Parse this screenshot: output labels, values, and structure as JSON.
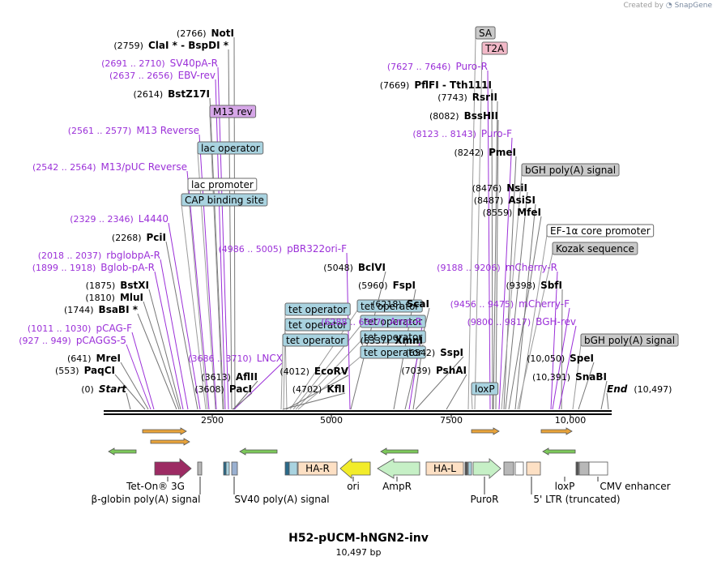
{
  "credit": {
    "prefix": "Created by",
    "brand": "SnapGene"
  },
  "plasmid": {
    "name": "H52-pUCM-hNGN2-inv",
    "length_label": "10,497 bp"
  },
  "colors": {
    "site": "#000000",
    "primer": "#9b30d8",
    "feature_blue": "#a9d3e0",
    "feature_purple": "#d6a6e8",
    "feature_pink": "#f2b9c8",
    "feature_gray": "#c9c9c9",
    "feature_white": "#ffffff",
    "arrow_orange": "#e8a33a",
    "arrow_green": "#7cc85a"
  },
  "ruler": {
    "ticks": [
      "2500",
      "5000",
      "7500",
      "10,000"
    ]
  },
  "labels": [
    {
      "pos": "(2766)",
      "name": "NotI",
      "kind": "site"
    },
    {
      "pos": "(2759)",
      "name": "ClaI * - BspDI *",
      "kind": "site"
    },
    {
      "pos": "(2691 .. 2710)",
      "name": "SV40pA-R",
      "kind": "primer"
    },
    {
      "pos": "(2637 .. 2656)",
      "name": "EBV-rev",
      "kind": "primer"
    },
    {
      "pos": "(2614)",
      "name": "BstZ17I",
      "kind": "site"
    },
    {
      "pos": "",
      "name": "M13 rev",
      "kind": "feature",
      "color": "#d6a6e8"
    },
    {
      "pos": "(2561 .. 2577)",
      "name": "M13 Reverse",
      "kind": "primer"
    },
    {
      "pos": "",
      "name": "lac operator",
      "kind": "feature",
      "color": "#a9d3e0"
    },
    {
      "pos": "(2542 .. 2564)",
      "name": "M13/pUC Reverse",
      "kind": "primer"
    },
    {
      "pos": "",
      "name": "lac promoter",
      "kind": "feature",
      "color": "#ffffff"
    },
    {
      "pos": "",
      "name": "CAP binding site",
      "kind": "feature",
      "color": "#a9d3e0"
    },
    {
      "pos": "(2329 .. 2346)",
      "name": "L4440",
      "kind": "primer"
    },
    {
      "pos": "(2268)",
      "name": "PciI",
      "kind": "site"
    },
    {
      "pos": "(2018 .. 2037)",
      "name": "rbglobpA-R",
      "kind": "primer"
    },
    {
      "pos": "(1899 .. 1918)",
      "name": "Bglob-pA-R",
      "kind": "primer"
    },
    {
      "pos": "(1875)",
      "name": "BstXI",
      "kind": "site"
    },
    {
      "pos": "(1810)",
      "name": "MluI",
      "kind": "site"
    },
    {
      "pos": "(1744)",
      "name": "BsaBI *",
      "kind": "site"
    },
    {
      "pos": "(1011 .. 1030)",
      "name": "pCAG-F",
      "kind": "primer"
    },
    {
      "pos": "(927 .. 949)",
      "name": "pCAGGS-5",
      "kind": "primer"
    },
    {
      "pos": "(641)",
      "name": "MreI",
      "kind": "site"
    },
    {
      "pos": "(553)",
      "name": "PaqCI",
      "kind": "site"
    },
    {
      "pos": "(0)",
      "name": "Start",
      "kind": "start"
    },
    {
      "pos": "(3686 .. 3710)",
      "name": "LNCX",
      "kind": "primer"
    },
    {
      "pos": "(3613)",
      "name": "AflII",
      "kind": "site"
    },
    {
      "pos": "(3608)",
      "name": "PacI",
      "kind": "site"
    },
    {
      "pos": "",
      "name": "tet operator",
      "kind": "feature",
      "color": "#a9d3e0"
    },
    {
      "pos": "",
      "name": "tet operator",
      "kind": "feature",
      "color": "#a9d3e0"
    },
    {
      "pos": "",
      "name": "tet operator",
      "kind": "feature",
      "color": "#a9d3e0"
    },
    {
      "pos": "",
      "name": "tet operator",
      "kind": "feature",
      "color": "#a9d3e0"
    },
    {
      "pos": "",
      "name": "tet operator",
      "kind": "feature",
      "color": "#a9d3e0"
    },
    {
      "pos": "",
      "name": "tet operator",
      "kind": "feature",
      "color": "#a9d3e0"
    },
    {
      "pos": "",
      "name": "tet operator",
      "kind": "feature",
      "color": "#a9d3e0"
    },
    {
      "pos": "(4012)",
      "name": "EcoRV",
      "kind": "site"
    },
    {
      "pos": "(4702)",
      "name": "KflI",
      "kind": "site"
    },
    {
      "pos": "(4986 .. 5005)",
      "name": "pBR322ori-F",
      "kind": "primer"
    },
    {
      "pos": "(5048)",
      "name": "BclVI",
      "kind": "site"
    },
    {
      "pos": "(5960)",
      "name": "FspI",
      "kind": "site"
    },
    {
      "pos": "(6218)",
      "name": "ScaI",
      "kind": "site"
    },
    {
      "pos": "(6288 .. 6307)",
      "name": "Amp-R",
      "kind": "primer"
    },
    {
      "pos": "(6337)",
      "name": "XmnI",
      "kind": "site"
    },
    {
      "pos": "(6542)",
      "name": "SspI",
      "kind": "site"
    },
    {
      "pos": "(7039)",
      "name": "PshAI",
      "kind": "site"
    },
    {
      "pos": "",
      "name": "loxP",
      "kind": "feature",
      "color": "#a9d3e0"
    },
    {
      "pos": "",
      "name": "SA",
      "kind": "feature",
      "color": "#c9c9c9"
    },
    {
      "pos": "",
      "name": "T2A",
      "kind": "feature",
      "color": "#f2b9c8"
    },
    {
      "pos": "(7627 .. 7646)",
      "name": "Puro-R",
      "kind": "primer"
    },
    {
      "pos": "(7669)",
      "name": "PflFI - Tth111I",
      "kind": "site"
    },
    {
      "pos": "(7743)",
      "name": "RsrII",
      "kind": "site"
    },
    {
      "pos": "(8082)",
      "name": "BssHII",
      "kind": "site"
    },
    {
      "pos": "(8123 .. 8143)",
      "name": "Puro-F",
      "kind": "primer"
    },
    {
      "pos": "(8242)",
      "name": "PmeI",
      "kind": "site"
    },
    {
      "pos": "",
      "name": "bGH poly(A) signal",
      "kind": "feature",
      "color": "#c9c9c9"
    },
    {
      "pos": "(8476)",
      "name": "NsiI",
      "kind": "site"
    },
    {
      "pos": "(8487)",
      "name": "AsiSI",
      "kind": "site"
    },
    {
      "pos": "(8559)",
      "name": "MfeI",
      "kind": "site"
    },
    {
      "pos": "",
      "name": "EF-1α core promoter",
      "kind": "feature",
      "color": "#ffffff"
    },
    {
      "pos": "",
      "name": "Kozak sequence",
      "kind": "feature",
      "color": "#c9c9c9"
    },
    {
      "pos": "(9188 .. 9206)",
      "name": "mCherry-R",
      "kind": "primer"
    },
    {
      "pos": "(9398)",
      "name": "SbfI",
      "kind": "site"
    },
    {
      "pos": "(9456 .. 9475)",
      "name": "mCherry-F",
      "kind": "primer"
    },
    {
      "pos": "(9800 .. 9817)",
      "name": "BGH-rev",
      "kind": "primer"
    },
    {
      "pos": "",
      "name": "bGH poly(A) signal",
      "kind": "feature",
      "color": "#c9c9c9"
    },
    {
      "pos": "(10,050)",
      "name": "SpeI",
      "kind": "site"
    },
    {
      "pos": "(10,391)",
      "name": "SnaBI",
      "kind": "site"
    },
    {
      "pos": "(10,497)",
      "name": "End",
      "kind": "start"
    }
  ],
  "bottom_labels": [
    "Tet-On® 3G",
    "β-globin poly(A) signal",
    "SV40 poly(A) signal",
    "ori",
    "AmpR",
    "PuroR",
    "5' LTR (truncated)",
    "loxP",
    "CMV enhancer"
  ],
  "feature_labels": {
    "ha_r": "HA-R",
    "ha_l": "HA-L"
  }
}
